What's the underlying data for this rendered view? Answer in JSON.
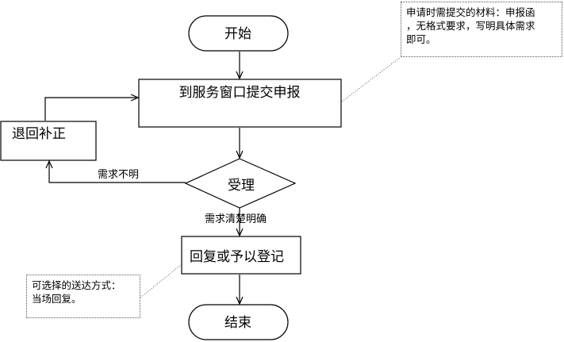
{
  "nodes": {
    "start": "开始",
    "submit": "到服务窗口提交申报",
    "correction": "退回补正",
    "accept": "受理",
    "reply": "回复或予以登记",
    "end": "结束"
  },
  "edges": {
    "unclear": "需求不明",
    "clear": "需求清楚明确"
  },
  "notes": {
    "materials": [
      "申请时需提交的材料：申报函",
      "，无格式要求，写明具体需求",
      "即可。"
    ],
    "delivery": [
      "可选择的送达方式：",
      "当场回复。"
    ]
  }
}
